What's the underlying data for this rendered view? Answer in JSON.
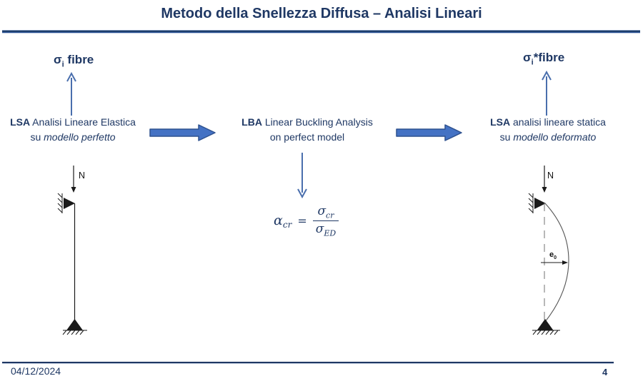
{
  "slide": {
    "title": "Metodo della Snellezza Diffusa – Analisi Lineari",
    "footer": {
      "date": "04/12/2024",
      "page": "4"
    }
  },
  "labels": {
    "sigma_left": {
      "symbol": "σ",
      "sub": "i",
      "rest": " fibre"
    },
    "sigma_right": {
      "symbol": "σ",
      "sub": "i",
      "rest": "*fibre"
    },
    "load_left": "N",
    "load_right": "N",
    "eccentricity": {
      "symbol": "e",
      "sub": "0"
    }
  },
  "blocks": {
    "left": {
      "tag": "LSA",
      "line1": " Analisi Lineare Elastica",
      "line2_pre": "su ",
      "line2_italic": "modello perfetto"
    },
    "center": {
      "tag": "LBA",
      "line1": " Linear Buckling Analysis",
      "line2_pre": "on perfect model",
      "line2_italic": ""
    },
    "right": {
      "tag": "LSA",
      "line1": " analisi lineare statica",
      "line2_pre": "su ",
      "line2_italic": "modello deformato"
    }
  },
  "formula": {
    "lhs": "α",
    "lhs_sub": "cr",
    "eq": "=",
    "num": "σ",
    "num_sub": "cr",
    "den": "σ",
    "den_sub": "ED"
  },
  "colors": {
    "navy_text": "#1f3864",
    "block_arrow_fill": "#4472c4",
    "block_arrow_stroke": "#2f528f",
    "thin_arrow": "#4a6fad",
    "diagram_line": "#1a1a1a"
  }
}
